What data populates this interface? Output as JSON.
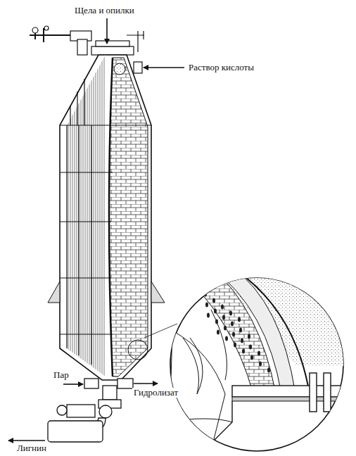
{
  "diagram": {
    "labels": [
      "Щела и опилки",
      "Раствор кислоты",
      "Пар",
      "Гидролизат",
      "Лигнин"
    ]
  }
}
